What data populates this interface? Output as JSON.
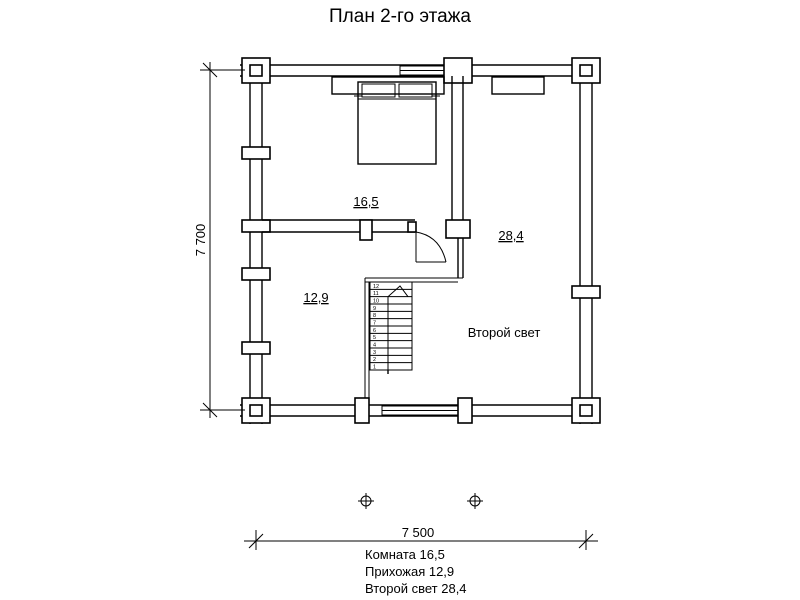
{
  "title": "План 2-го этажа",
  "dimensions": {
    "height": "7 700",
    "width": "7 500"
  },
  "rooms": {
    "bedroom_area": "16,5",
    "hall_area": "12,9",
    "second_light_area": "28,4",
    "second_light_label": "Второй свет"
  },
  "stairs": {
    "steps": [
      "1",
      "2",
      "3",
      "4",
      "5",
      "6",
      "7",
      "8",
      "9",
      "10",
      "11",
      "12"
    ]
  },
  "legend": [
    "Комната 16,5",
    "Прихожая 12,9",
    "Второй свет 28,4"
  ]
}
